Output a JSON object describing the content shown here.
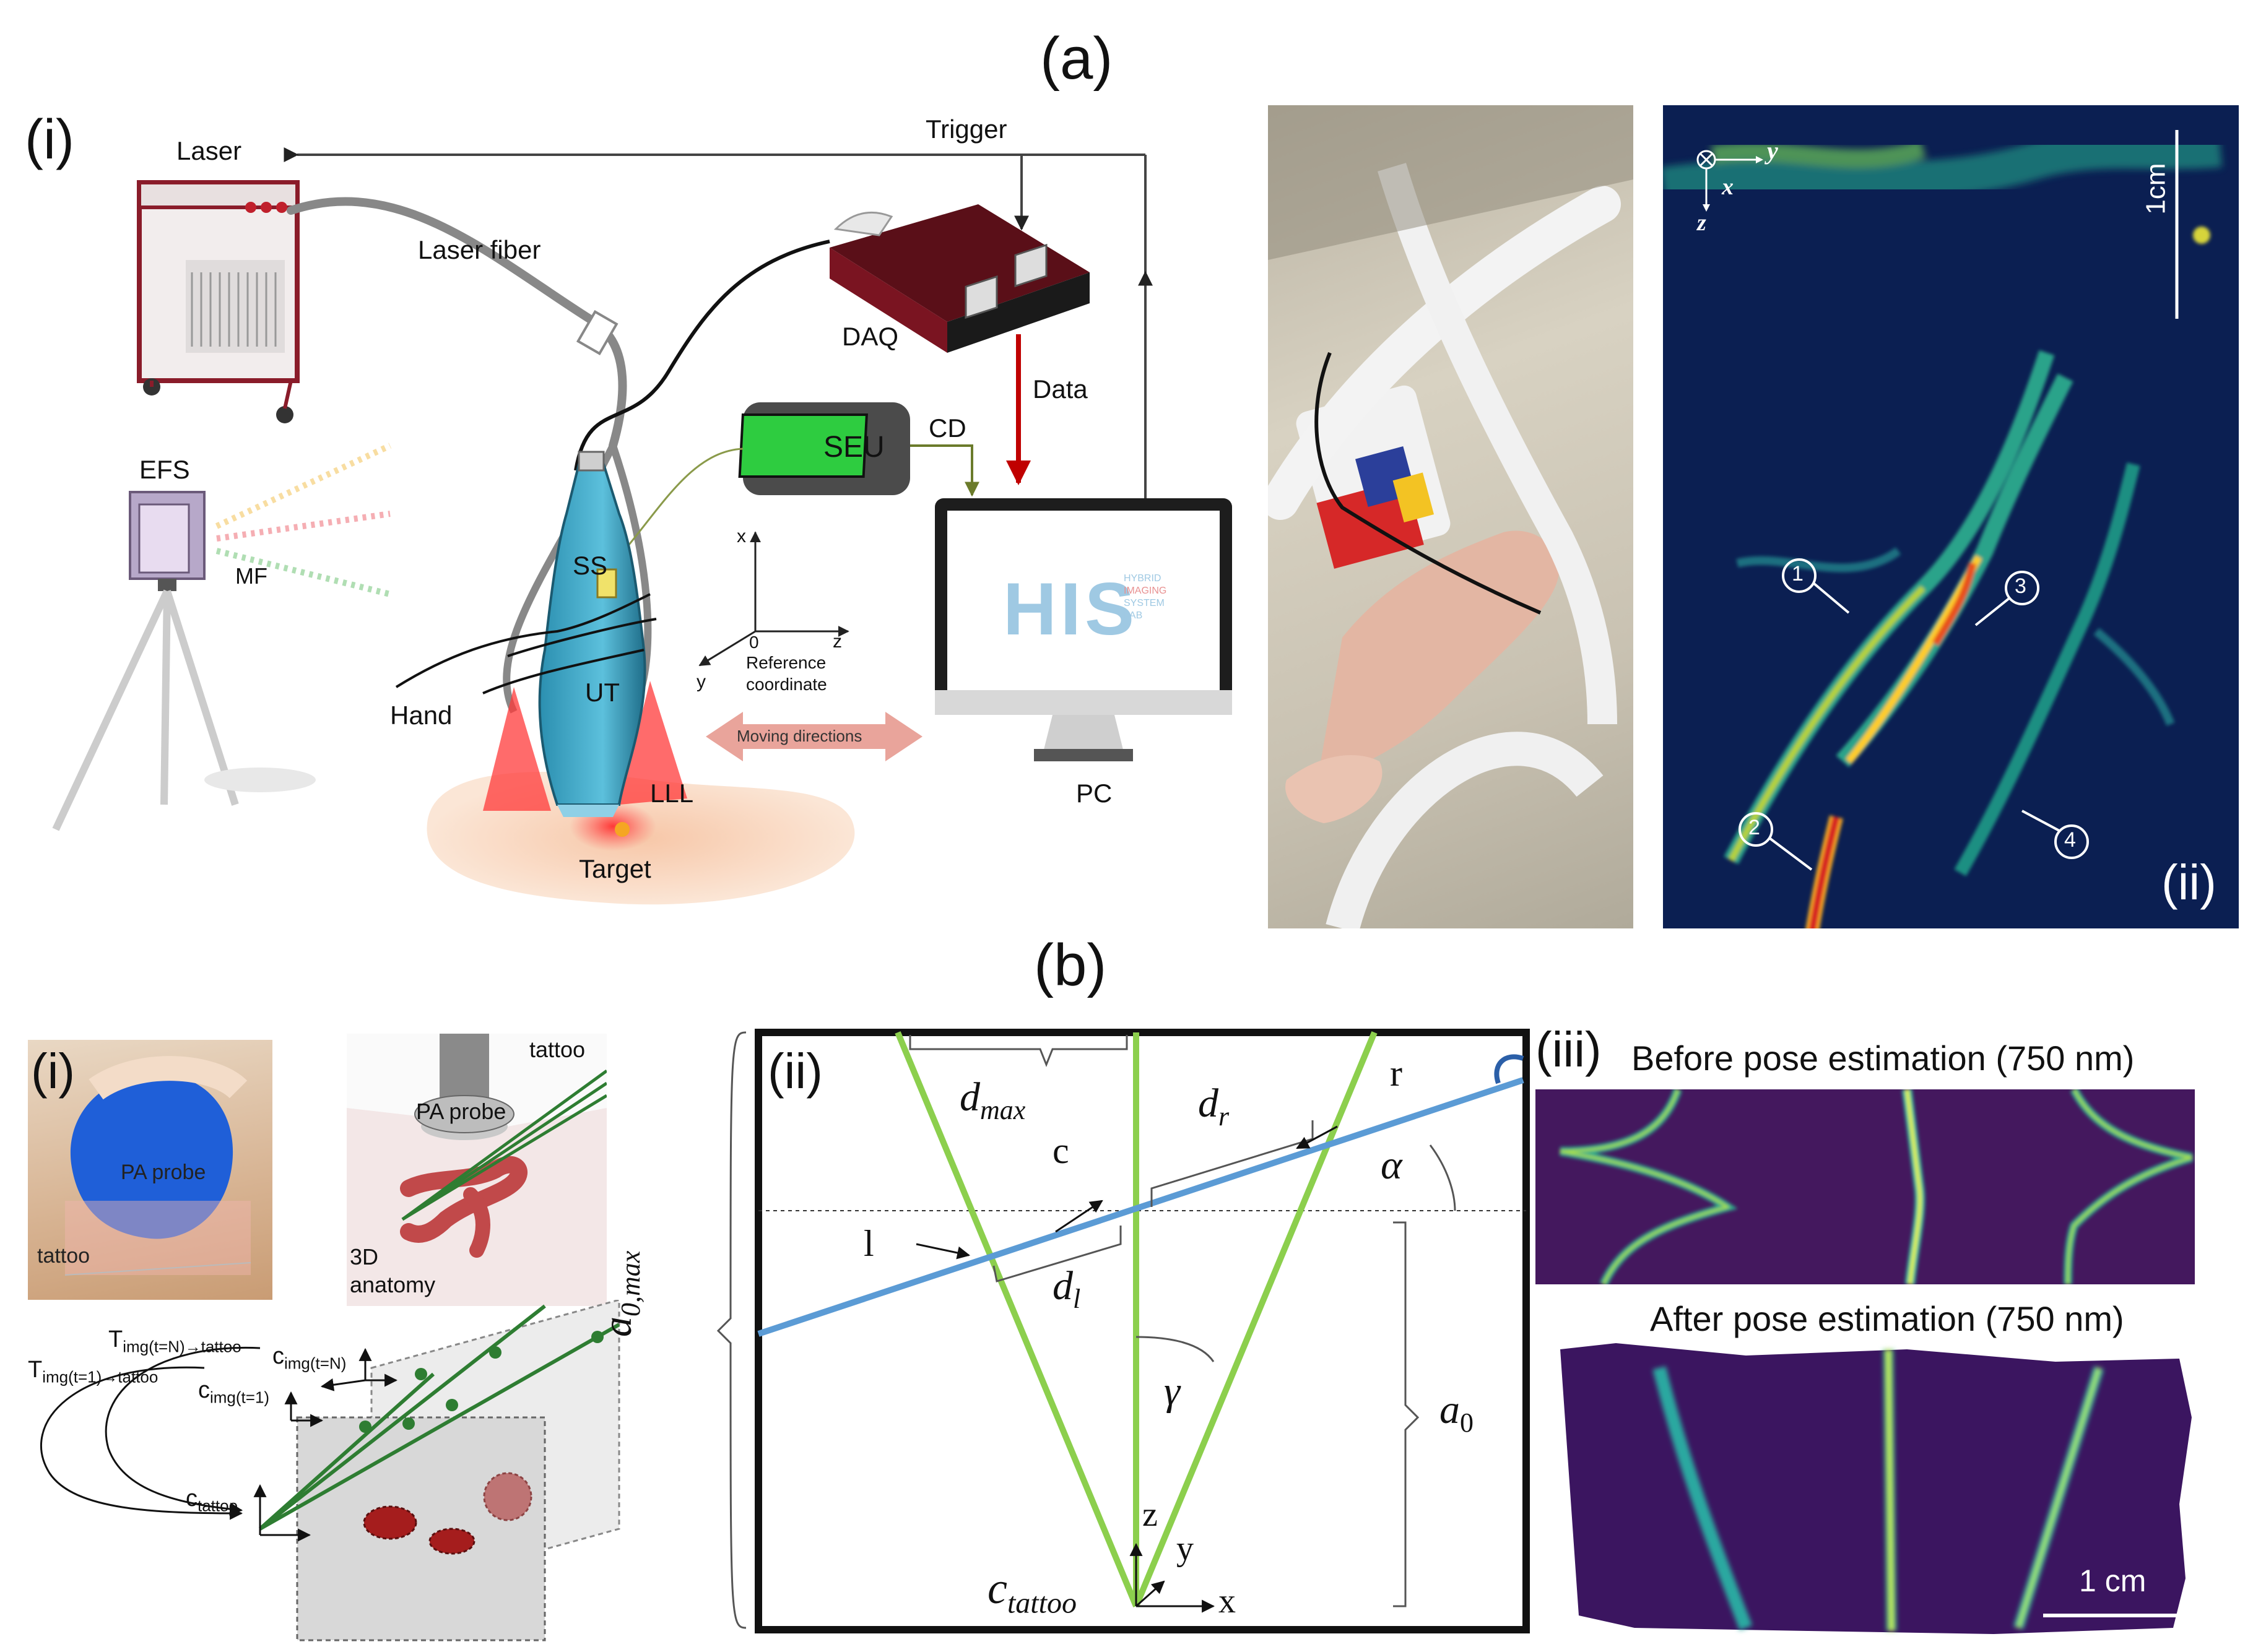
{
  "panel_a": {
    "label": "(a)",
    "sub_i": "(i)",
    "sub_ii": "(ii)",
    "schematic": {
      "laser": "Laser",
      "trigger": "Trigger",
      "laser_fiber": "Laser fiber",
      "daq": "DAQ",
      "data": "Data",
      "cd": "CD",
      "seu": "SEU",
      "efs": "EFS",
      "mf": "MF",
      "ss": "SS",
      "ut": "UT",
      "hand": "Hand",
      "lll": "LLL",
      "target": "Target",
      "pc": "PC",
      "his_logo": "HIS",
      "his_sub": [
        "HYBRID",
        "IMAGING",
        "SYSTEM",
        "LAB"
      ],
      "axis_x": "x",
      "axis_y": "y",
      "axis_z": "z",
      "axis_o": "0",
      "ref_coord_1": "Reference",
      "ref_coord_2": "coordinate",
      "moving_dir": "Moving directions"
    },
    "pa_image": {
      "scale": "1cm",
      "axis_x": "x",
      "axis_y": "y",
      "axis_z": "z",
      "markers": [
        "1",
        "2",
        "3",
        "4"
      ]
    }
  },
  "panel_b": {
    "label": "(b)",
    "sub_i": "(i)",
    "sub_ii": "(ii)",
    "sub_iii": "(iii)",
    "photo_labels": {
      "pa_probe": "PA probe",
      "tattoo": "tattoo"
    },
    "render_labels": {
      "tattoo": "tattoo",
      "pa_probe": "PA probe",
      "anatomy_1": "3D",
      "anatomy_2": "anatomy"
    },
    "transform": {
      "t_n_base": "T",
      "t_n_sub": "img(t=N)→tattoo",
      "c_n_base": "c",
      "c_n_sub": "img(t=N)",
      "t_1_base": "T",
      "t_1_sub": "img(t=1)→tattoo",
      "c_1_base": "c",
      "c_1_sub": "img(t=1)",
      "c_tattoo_base": "c",
      "c_tattoo_sub": "tattoo"
    },
    "geometry": {
      "d_max": "d",
      "d_max_sub": "max",
      "d_r": "d",
      "d_r_sub": "r",
      "d_l": "d",
      "d_l_sub": "l",
      "r": "r",
      "c": "c",
      "l": "l",
      "alpha": "α",
      "gamma": "γ",
      "a0": "a",
      "a0_sub": "0",
      "a0max": "a",
      "a0max_sub": "0,max",
      "ctattoo": "c",
      "ctattoo_sub": "tattoo",
      "x": "x",
      "y": "y",
      "z": "z"
    },
    "before_title": "Before pose estimation (750 nm)",
    "after_title": "After pose estimation (750 nm)",
    "scale": "1 cm"
  },
  "colors": {
    "green_line": "#8ccf4d",
    "blue_line": "#5b9bd5",
    "dark_green": "#2e7d32",
    "viridis_bg": "#3d0d5c",
    "jet_bg": "#0a1a4a"
  }
}
